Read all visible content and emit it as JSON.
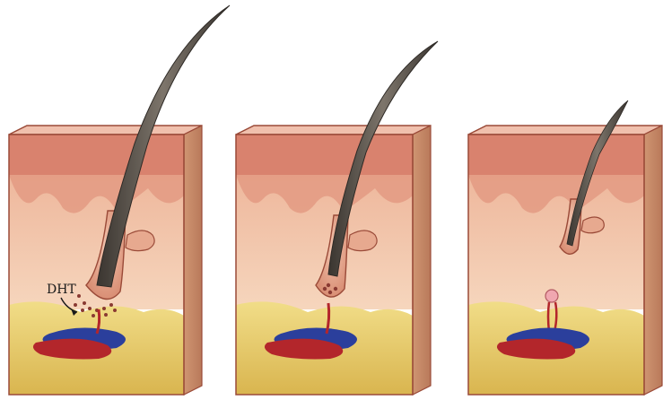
{
  "diagram": {
    "panels": [
      {
        "stage": "healthy-follicle-with-dht",
        "label": "DHT"
      },
      {
        "stage": "miniaturizing-follicle"
      },
      {
        "stage": "miniaturized-follicle"
      }
    ],
    "colors": {
      "skin_top": "#efb7a4",
      "epidermis": "#d9826e",
      "dermis_upper": "#e7a98f",
      "dermis_lower": "#f3cdb3",
      "subcutaneous_fat": "#ecd27a",
      "side_face": "#c98a66",
      "outline": "#9a4a38",
      "hair": "#4a4540",
      "artery": "#b3262b",
      "vein": "#2b3f9c"
    }
  }
}
